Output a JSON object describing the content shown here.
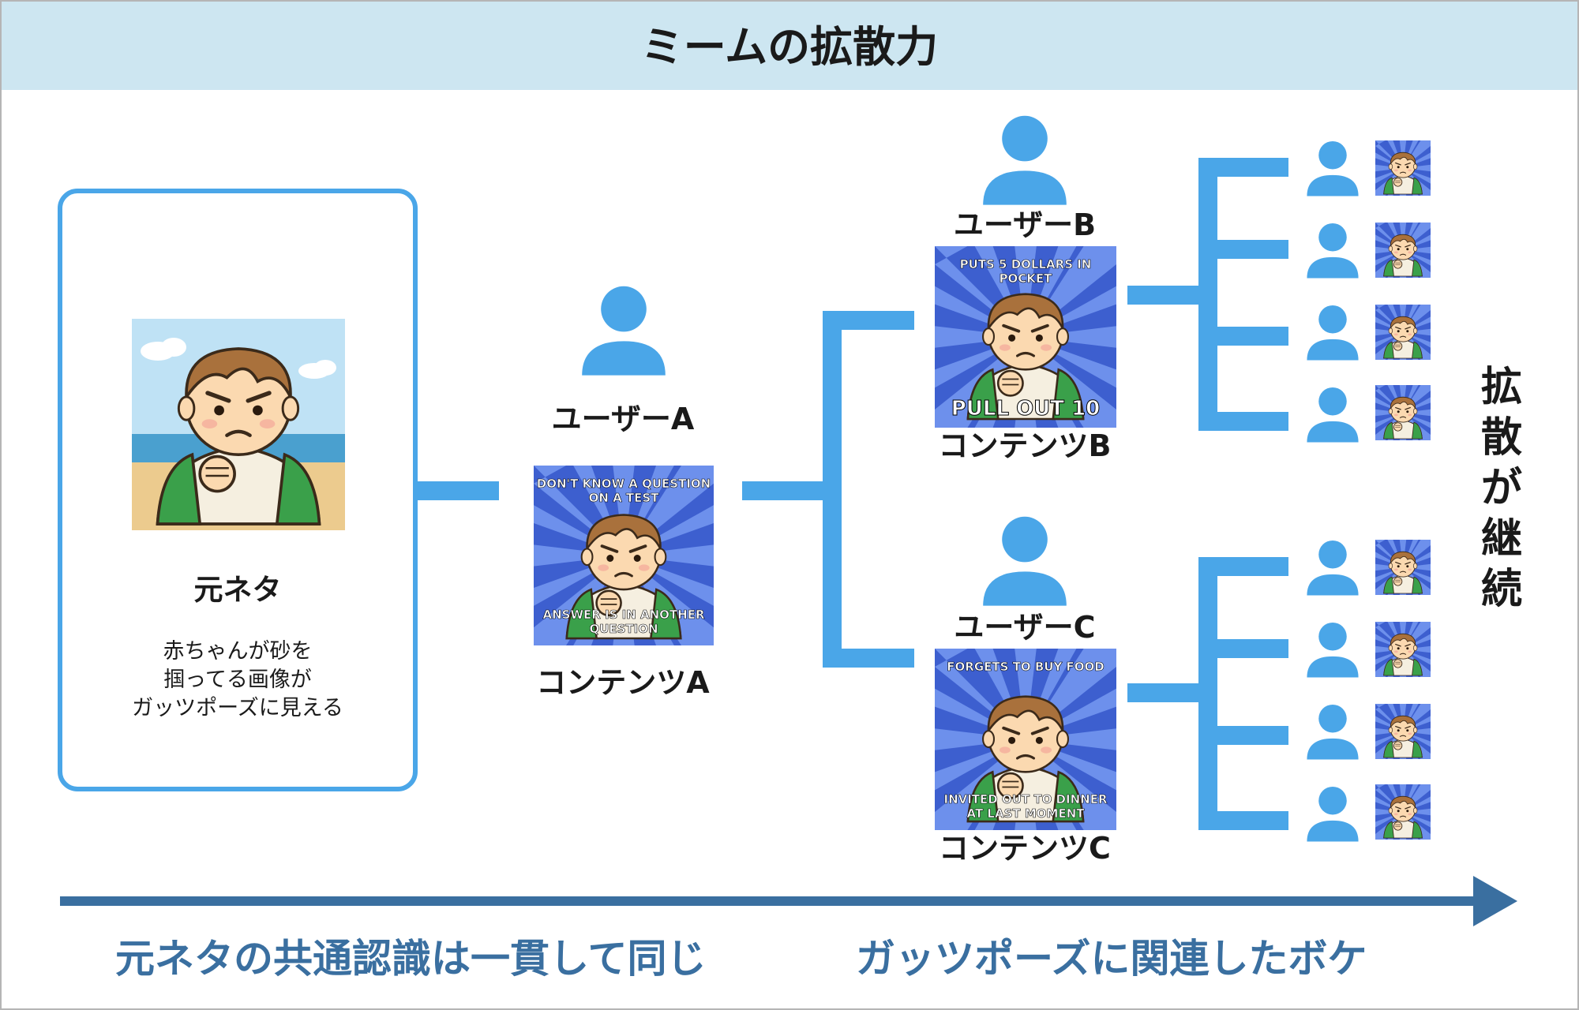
{
  "header": {
    "title": "ミームの拡散力"
  },
  "source": {
    "title": "元ネタ",
    "description": [
      "赤ちゃんが砂を",
      "掴ってる画像が",
      "ガッツポーズに見える"
    ]
  },
  "user_a": {
    "label": "ユーザーA",
    "content_label": "コンテンツA",
    "meme_top": [
      "DON'T KNOW A QUESTION",
      "ON A TEST"
    ],
    "meme_bottom": [
      "ANSWER IS IN ANOTHER",
      "QUESTION"
    ]
  },
  "user_b": {
    "label": "ユーザーB",
    "content_label": "コンテンツB",
    "meme_top": [
      "PUTS 5 DOLLARS IN",
      "POCKET"
    ],
    "meme_bottom": [
      "PULL OUT 10"
    ]
  },
  "user_c": {
    "label": "ユーザーC",
    "content_label": "コンテンツC",
    "meme_top": [
      "FORGETS TO BUY FOOD"
    ],
    "meme_bottom": [
      "INVITED OUT TO DINNER",
      "AT LAST MOMENT"
    ]
  },
  "side_label": [
    "拡",
    "散",
    "が",
    "継",
    "続"
  ],
  "footer": {
    "left": "元ネタの共通認識は一貫して同じ",
    "right": "ガッツポーズに関連したボケ"
  },
  "colors": {
    "header_bg": "#cde6f1",
    "accent": "#4aa6e8",
    "arrow": "#3a6fa0",
    "footer_text": "#3a6fa0",
    "meme_bg": "#3d5fcf"
  },
  "icons": {
    "user": "person-icon",
    "meme": "baby-fist-meme-thumbnail"
  }
}
